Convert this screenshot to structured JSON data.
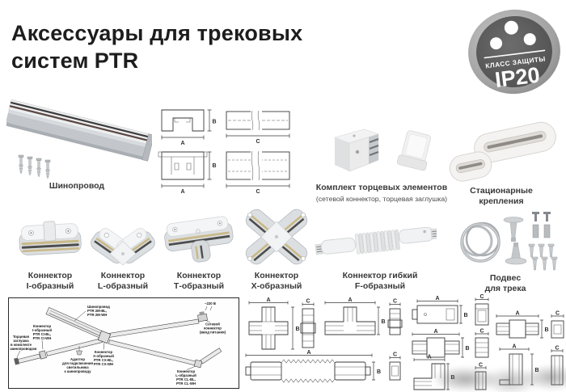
{
  "header": {
    "title_line1": "Аксессуары для трековых",
    "title_line2": "систем",
    "title_brand": "PTR"
  },
  "badge": {
    "line1": "КЛАСС ЗАЩИТЫ",
    "line2": "IP20"
  },
  "dims": {
    "a": "A",
    "b": "B",
    "c": "C"
  },
  "products": {
    "track": {
      "label": "Шинопровод"
    },
    "end_kit": {
      "title": "Комплект торцевых элементов",
      "subtitle": "(сетевой коннектор, торцевая заглушка)"
    },
    "mounts": {
      "line1": "Стационарные",
      "line2": "крепления"
    },
    "conn_i": {
      "line1": "Коннектор",
      "line2": "I-образный"
    },
    "conn_l": {
      "line1": "Коннектор",
      "line2": "L-образный"
    },
    "conn_t": {
      "line1": "Коннектор",
      "line2": "Т-образный"
    },
    "conn_x": {
      "line1": "Коннектор",
      "line2": "Х-образный"
    },
    "conn_f": {
      "line1": "Коннектор гибкий",
      "line2": "F-образный"
    },
    "suspension": {
      "line1": "Подвес",
      "line2": "для трека"
    }
  },
  "diagram": {
    "voltage": "~220 В",
    "track": [
      "Шинопровод",
      "PTR 2M-BL,",
      "PTR 2M-WH"
    ],
    "power": [
      "Сетевой",
      "коннектор",
      "(ввод питания)"
    ],
    "conn_i": [
      "Коннектор",
      "I-образный",
      "PTR CI-BL,",
      "PTR CI-WH"
    ],
    "end_cap": [
      "Торцевая",
      "заглушка",
      "в комплекте",
      "с шинопроводом"
    ],
    "conn_x": [
      "Коннектор",
      "Х-образный",
      "PTR CX-BL,",
      "PTR CX-WH"
    ],
    "adapter": [
      "Адаптер",
      "для подключения",
      "светильника",
      "к шинопроводу"
    ],
    "conn_l": [
      "Коннектор",
      "L-образный",
      "PTR CL-BL,",
      "PTR CL-WH"
    ]
  },
  "colors": {
    "badge_ring": "#a3a3a3",
    "badge_face": "#565656",
    "stripe_gold": "#c9b987",
    "stripe_dark": "#4d4d4d"
  }
}
